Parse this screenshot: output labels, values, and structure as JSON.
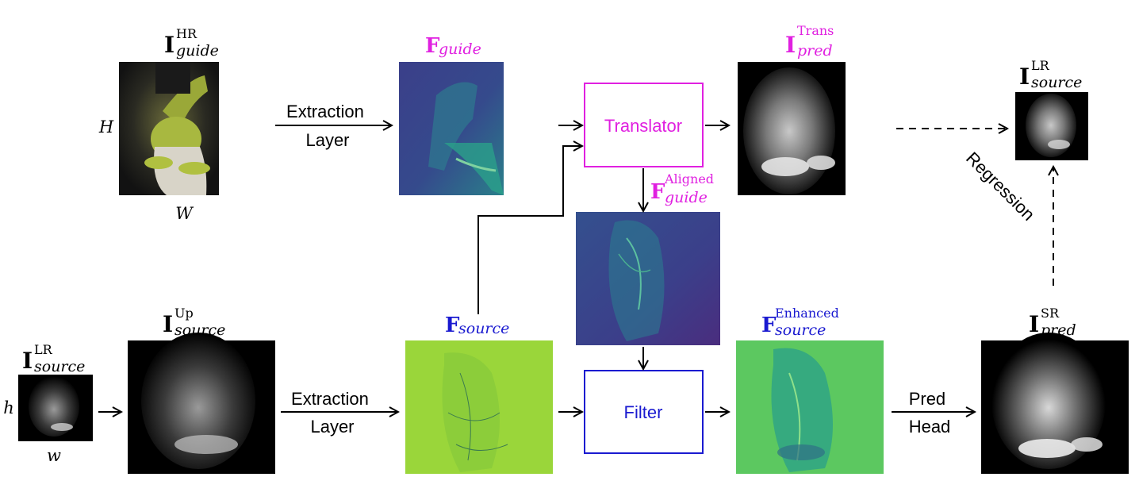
{
  "colors": {
    "magenta": "#e020e0",
    "blue": "#1a1ad0",
    "black": "#000000",
    "viridis_dark": "#3b3f8a",
    "viridis_mid": "#2aa08a",
    "viridis_lime": "#9ad63a",
    "viridis_green": "#5cc860"
  },
  "labels": {
    "guide_hr": {
      "base": "I",
      "sup": "HR",
      "sub": "guide"
    },
    "f_guide": {
      "base": "F",
      "sub": "guide"
    },
    "trans_pred": {
      "base": "I",
      "sup": "Trans",
      "sub": "pred"
    },
    "source_lr_top": {
      "base": "I",
      "sup": "LR",
      "sub": "source"
    },
    "f_aligned": {
      "base": "F",
      "sup": "Aligned",
      "sub": "guide"
    },
    "source_lr_left": {
      "base": "I",
      "sup": "LR",
      "sub": "source"
    },
    "source_up": {
      "base": "I",
      "sup": "Up",
      "sub": "source"
    },
    "f_source": {
      "base": "F",
      "sub": "source"
    },
    "f_enhanced": {
      "base": "F",
      "sup": "Enhanced",
      "sub": "source"
    },
    "sr_pred": {
      "base": "I",
      "sup": "SR",
      "sub": "pred"
    }
  },
  "dims": {
    "H": "H",
    "W": "W",
    "h": "h",
    "w": "w"
  },
  "blocks": {
    "translator": "Translator",
    "filter": "Filter"
  },
  "arrow_labels": {
    "extraction_top": [
      "Extraction",
      "Layer"
    ],
    "extraction_bottom": [
      "Extraction",
      "Layer"
    ],
    "pred_head": [
      "Pred",
      "Head"
    ],
    "regression": "Regression"
  }
}
